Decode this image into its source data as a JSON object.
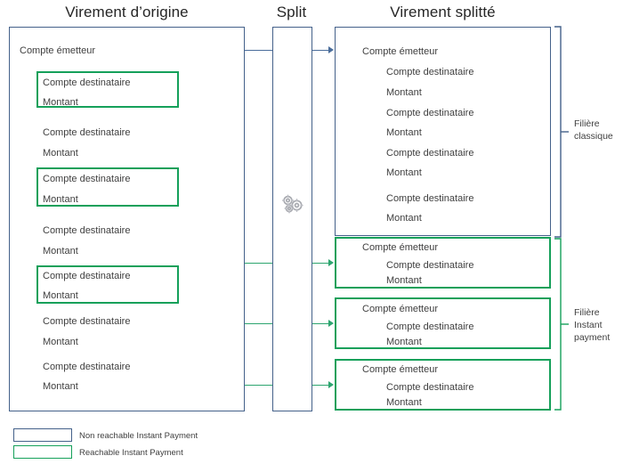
{
  "titles": {
    "origine": "Virement d’origine",
    "split": "Split",
    "splitte": "Virement splitté"
  },
  "labels": {
    "emetteur": "Compte émetteur",
    "destinataire": "Compte destinataire",
    "montant": "Montant"
  },
  "origine": {
    "header": "Compte émetteur",
    "entries": [
      {
        "destinataire": "Compte destinataire",
        "montant": "Montant",
        "reachable": true
      },
      {
        "destinataire": "Compte destinataire",
        "montant": "Montant",
        "reachable": false
      },
      {
        "destinataire": "Compte destinataire",
        "montant": "Montant",
        "reachable": true
      },
      {
        "destinataire": "Compte destinataire",
        "montant": "Montant",
        "reachable": false
      },
      {
        "destinataire": "Compte destinataire",
        "montant": "Montant",
        "reachable": true
      },
      {
        "destinataire": "Compte destinataire",
        "montant": "Montant",
        "reachable": false
      },
      {
        "destinataire": "Compte destinataire",
        "montant": "Montant",
        "reachable": false
      }
    ]
  },
  "split": {
    "icon": "gears-icon"
  },
  "splitte": {
    "classique": {
      "header": "Compte émetteur",
      "entries": [
        {
          "destinataire": "Compte destinataire",
          "montant": "Montant"
        },
        {
          "destinataire": "Compte destinataire",
          "montant": "Montant"
        },
        {
          "destinataire": "Compte destinataire",
          "montant": "Montant"
        },
        {
          "destinataire": "Compte destinataire",
          "montant": "Montant"
        }
      ]
    },
    "instant": [
      {
        "header": "Compte émetteur",
        "destinataire": "Compte destinataire",
        "montant": "Montant"
      },
      {
        "header": "Compte émetteur",
        "destinataire": "Compte destinataire",
        "montant": "Montant"
      },
      {
        "header": "Compte émetteur",
        "destinataire": "Compte destinataire",
        "montant": "Montant"
      }
    ]
  },
  "brackets": {
    "classique": "Filière\nclassique",
    "classique_line1": "Filière",
    "classique_line2": "classique",
    "instant_line1": "Filière",
    "instant_line2": "Instant",
    "instant_line3": "payment"
  },
  "legend": [
    {
      "label": "Non reachable Instant Payment",
      "color": "#44618a"
    },
    {
      "label": "Reachable Instant Payment",
      "color": "#15a05a"
    }
  ],
  "colors": {
    "blue": "#44618a",
    "green": "#15a05a",
    "connector_blue": "#4a6d9b",
    "connector_green": "#2da56f",
    "text": "#3f3f3f"
  }
}
